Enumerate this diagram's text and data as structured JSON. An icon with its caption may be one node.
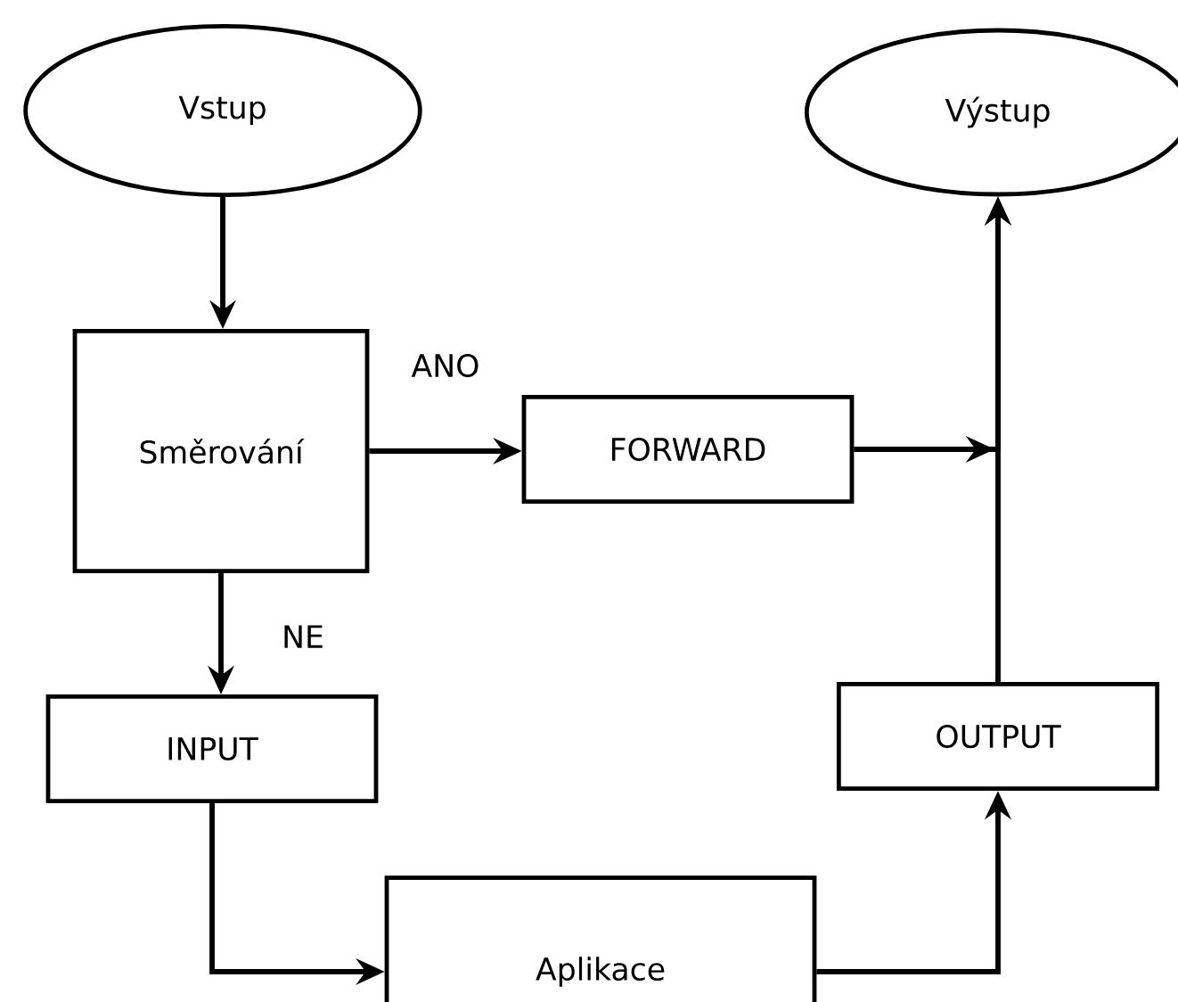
{
  "diagram": {
    "nodes": [
      {
        "text": [
          "Vstup"
        ]
      },
      {
        "text": [
          "Výstup"
        ]
      },
      {
        "text": [
          "Směrování"
        ]
      },
      {
        "text": [
          "FORWARD"
        ]
      },
      {
        "text": [
          "INPUT"
        ]
      },
      {
        "text": [
          "OUTPUT"
        ]
      },
      {
        "text": [
          "Aplikace"
        ]
      }
    ],
    "edges": [
      {
        "from": 0,
        "to": 2,
        "arrow": "to"
      },
      {
        "from": 2,
        "to": 3,
        "arrow": "to",
        "label": "ANO"
      },
      {
        "from": 2,
        "to": 4,
        "arrow": "to",
        "label": "NE"
      },
      {
        "from": 3,
        "to": 1,
        "arrow": "to"
      },
      {
        "from": 4,
        "to": 6,
        "arrow": "to"
      },
      {
        "from": 6,
        "to": 5,
        "arrow": "to"
      },
      {
        "from": 5,
        "to": 1,
        "arrow": "to"
      }
    ]
  }
}
